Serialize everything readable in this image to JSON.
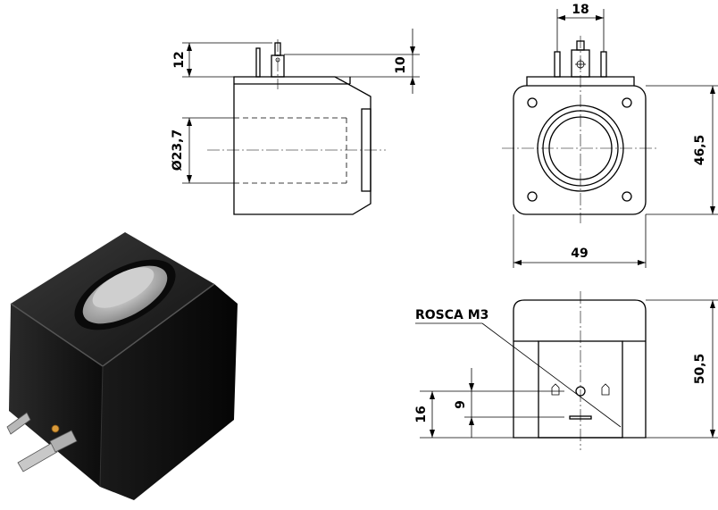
{
  "dimensions": {
    "height_terminal": "12",
    "height_pin": "10",
    "diameter_bore": "Ø23,7",
    "width_terminals": "18",
    "height_body": "46,5",
    "width_body": "49",
    "height_front": "50,5",
    "thread_label": "ROSCA M3",
    "height_16": "16",
    "height_9": "9"
  }
}
